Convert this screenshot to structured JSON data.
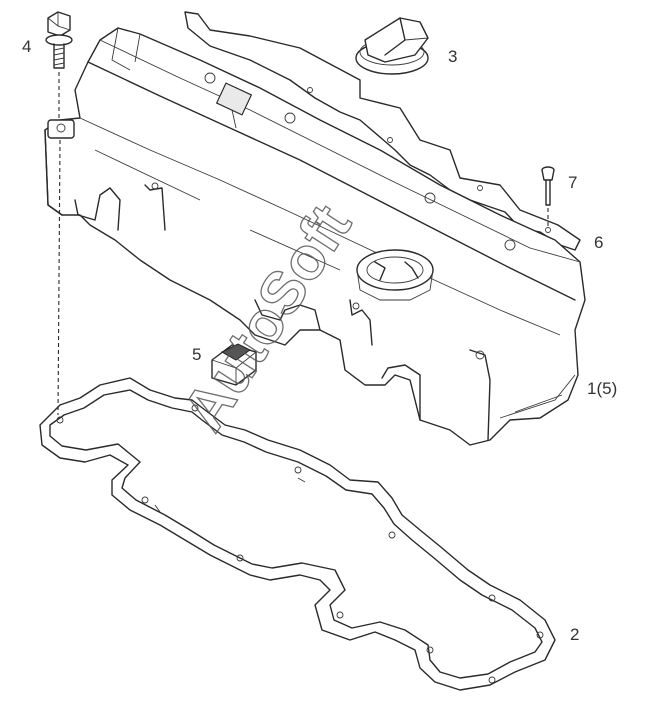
{
  "callouts": [
    {
      "id": "1",
      "text": "1(5)"
    },
    {
      "id": "2",
      "text": "2"
    },
    {
      "id": "3",
      "text": "3"
    },
    {
      "id": "4",
      "text": "4"
    },
    {
      "id": "5",
      "text": "5"
    },
    {
      "id": "6",
      "text": "6"
    },
    {
      "id": "7",
      "text": "7"
    }
  ],
  "watermark": "AutoSoft",
  "parts": [
    {
      "callout": "1",
      "name": "valve cover"
    },
    {
      "callout": "2",
      "name": "cover gasket"
    },
    {
      "callout": "3",
      "name": "oil filler cap"
    },
    {
      "callout": "4",
      "name": "bolt with washer"
    },
    {
      "callout": "5",
      "name": "grommet"
    },
    {
      "callout": "6",
      "name": "baffle plate"
    },
    {
      "callout": "7",
      "name": "screw"
    }
  ]
}
